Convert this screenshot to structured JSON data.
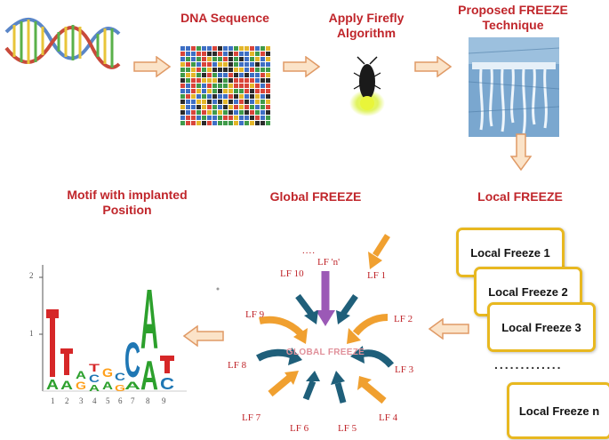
{
  "steps": {
    "dna_sequence": "DNA Sequence",
    "firefly_line1": "Apply Firefly",
    "firefly_line2": "Algorithm",
    "proposed_line1": "Proposed FREEZE",
    "proposed_line2": "Technique",
    "local_freeze": "Local FREEZE",
    "global_freeze": "Global FREEZE",
    "motif_line1": "Motif with implanted",
    "motif_line2": "Position"
  },
  "local_freeze_boxes": [
    "Local Freeze 1",
    "Local Freeze 2",
    "Local Freeze 3",
    "Local Freeze n"
  ],
  "local_freeze_ellipsis": ".............",
  "global_center_label": "GLOBAL FREEZE",
  "lf_labels": {
    "lf_n": "LF 'n'",
    "lf_n_dots": "....",
    "lf10": "LF 10",
    "lf1": "LF 1",
    "lf2": "LF 2",
    "lf3": "LF 3",
    "lf4": "LF 4",
    "lf5": "LF 5",
    "lf6": "LF 6",
    "lf7": "LF 7",
    "lf8": "LF 8",
    "lf9": "LF 9"
  },
  "motif_logo": {
    "y_ticks": [
      "2",
      "1"
    ],
    "x_ticks": [
      "1",
      "2",
      "3",
      "4",
      "5",
      "6",
      "7",
      "8",
      "9"
    ],
    "letters": [
      "T",
      "A",
      "T",
      "A",
      "C",
      "G",
      "T",
      "C",
      "A",
      "G",
      "T",
      "C",
      "A",
      "A",
      "T",
      "C"
    ]
  },
  "colors": {
    "title_red": "#c0262b",
    "arrow_fill": "#fbe3c8",
    "arrow_stroke": "#e09a66",
    "box_border": "#e8b820",
    "dark_arrow": "#1f5f7a",
    "orange_arrow": "#f0a030",
    "purple_arrow": "#9b59b6"
  }
}
